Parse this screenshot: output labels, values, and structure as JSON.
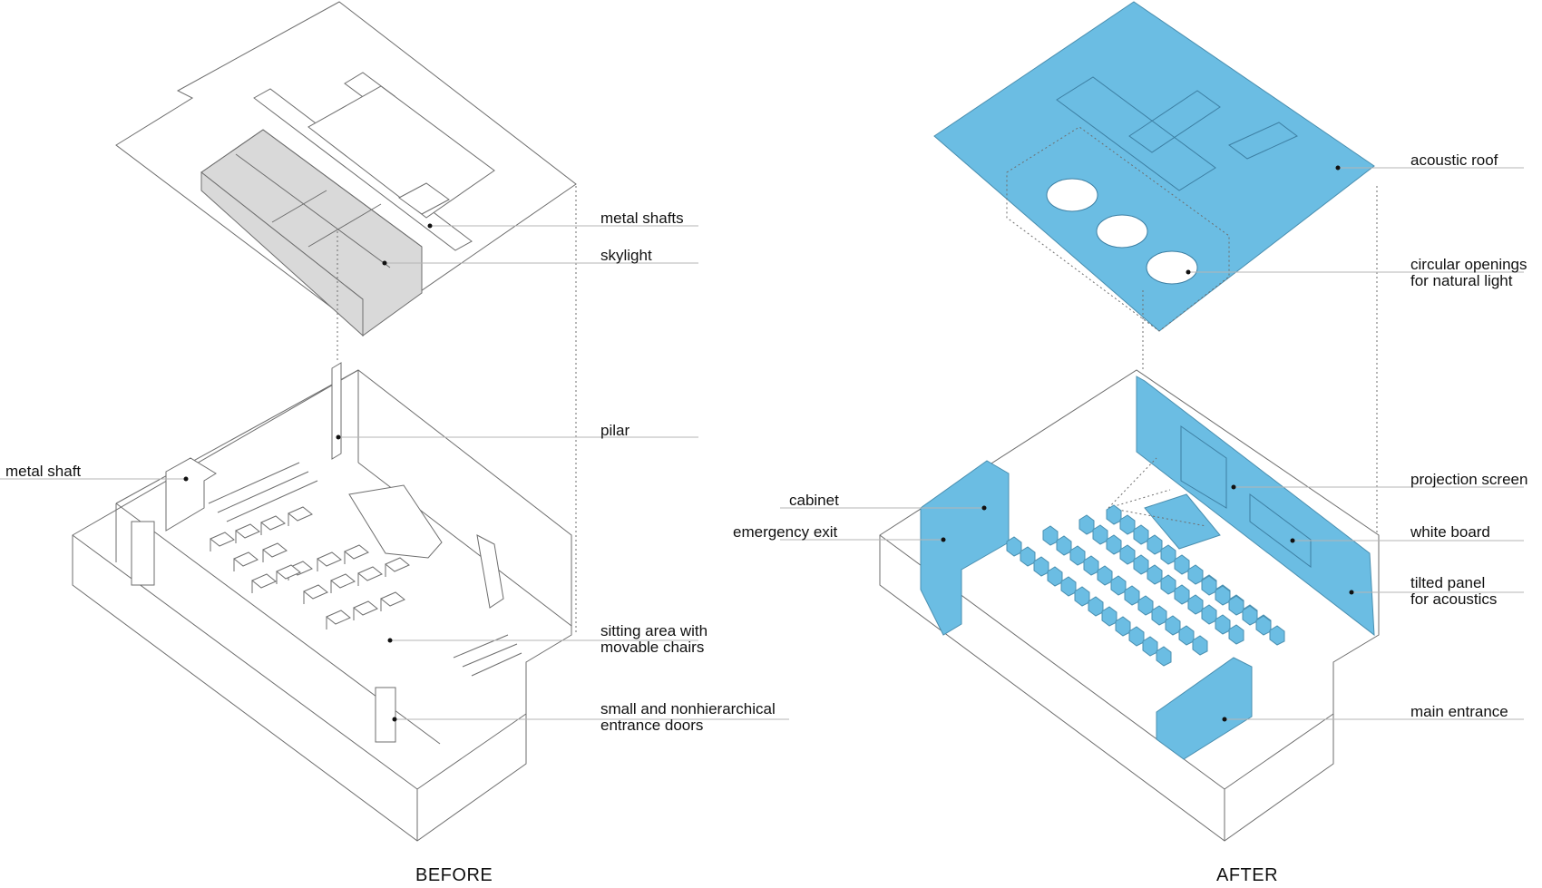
{
  "captions": {
    "before": "BEFORE",
    "after": "AFTER"
  },
  "before_labels": {
    "metal_shafts": "metal shafts",
    "skylight": "skylight",
    "pilar": "pilar",
    "metal_shaft": "metal shaft",
    "sitting_area_line1": "sitting area with",
    "sitting_area_line2": "movable chairs",
    "entrance_doors_line1": "small and nonhierarchical",
    "entrance_doors_line2": "entrance doors"
  },
  "after_labels": {
    "acoustic_roof": "acoustic roof",
    "circular_openings_line1": "circular openings",
    "circular_openings_line2": "for natural light",
    "projection_screen": "projection screen",
    "cabinet": "cabinet",
    "emergency_exit": "emergency exit",
    "white_board": "white board",
    "tilted_panel_line1": "tilted panel",
    "tilted_panel_line2": "for acoustics",
    "main_entrance": "main entrance"
  },
  "colors": {
    "highlight": "#6bbde3",
    "line": "#6e6e6e"
  }
}
